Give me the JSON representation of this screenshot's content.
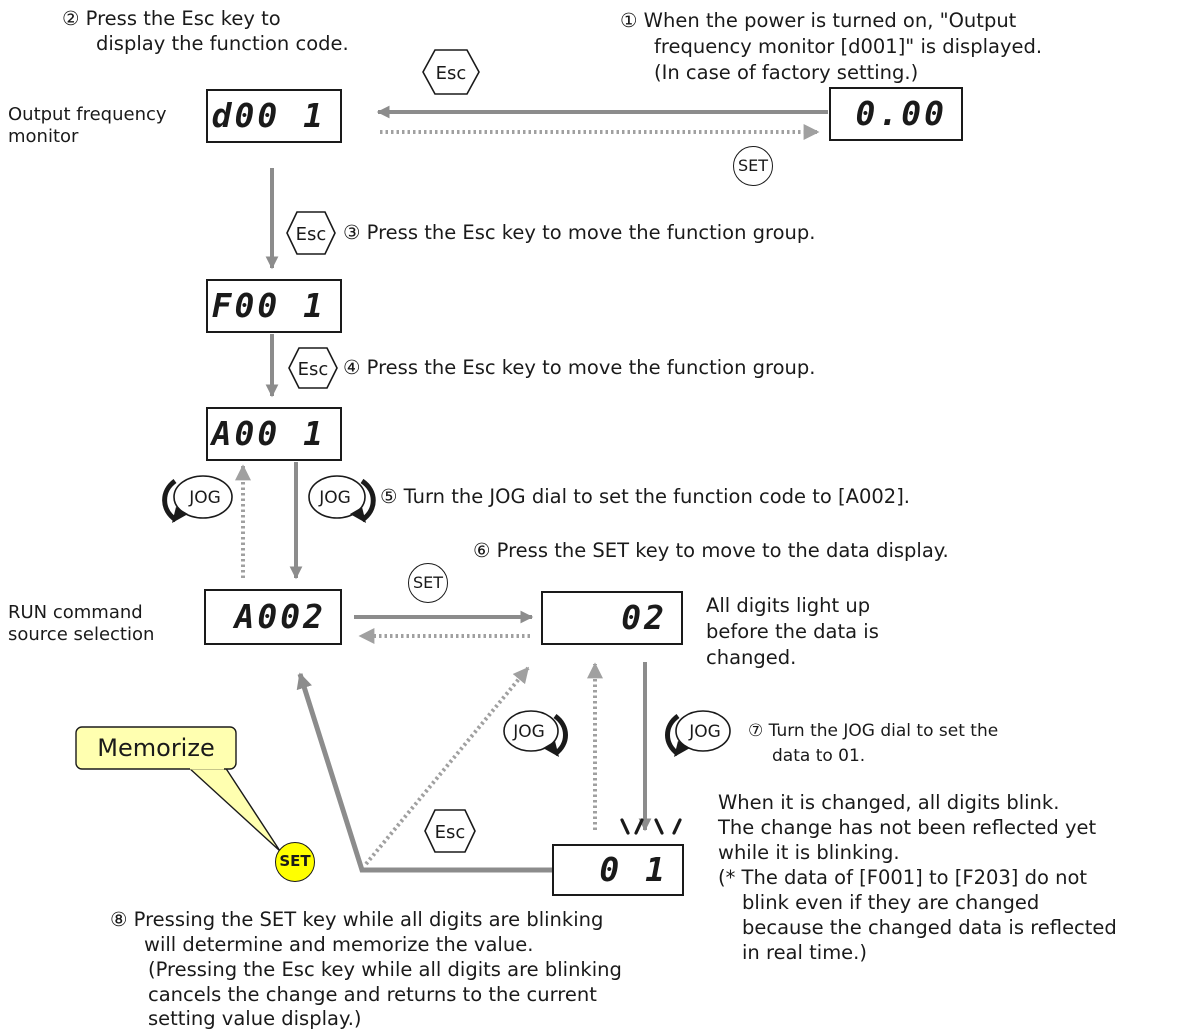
{
  "steps": {
    "s1_l1": "① When the power is turned on, \"Output",
    "s1_l2": "frequency monitor [d001]\" is displayed.",
    "s1_l3": "(In case of factory setting.)",
    "s2_l1": "② Press the Esc key to",
    "s2_l2": "display the function code.",
    "s3": "③ Press the Esc key to move the function group.",
    "s4": "④ Press the Esc key to move the function group.",
    "s5": "⑤ Turn the JOG dial to set the function code to [A002].",
    "s6": "⑥ Press the SET key to move to the data display.",
    "s7_l1": "⑦ Turn the JOG dial to set the",
    "s7_l2": "data to 01.",
    "s8_l1": "⑧ Pressing the SET key while all digits are blinking",
    "s8_l2": "will determine and memorize the value.",
    "s8_l3": "(Pressing the Esc key while all digits are blinking",
    "s8_l4": "cancels the change and returns to the current",
    "s8_l5": "setting value display.)"
  },
  "labels": {
    "output_freq_l1": "Output frequency",
    "output_freq_l2": "monitor",
    "run_cmd_l1": "RUN command",
    "run_cmd_l2": "source selection"
  },
  "notes": {
    "light_l1": "All digits light up",
    "light_l2": "before the data is",
    "light_l3": "changed.",
    "blink_l1": "When it is changed, all digits blink.",
    "blink_l2": "The change has not been reflected yet",
    "blink_l3": "while it is blinking.",
    "blink_l4": "(* The data of [F001] to [F203] do not",
    "blink_l5": "blink even if they are changed",
    "blink_l6": "because the changed data is reflected",
    "blink_l7": "in real time.)"
  },
  "displays": {
    "d001": "d00 1",
    "freq": "0.00",
    "f001": "F00 1",
    "a001": "A00 1",
    "a002": "A002",
    "data02": "02",
    "data01": "0 1"
  },
  "keys": {
    "esc": "Esc",
    "set": "SET",
    "jog": "JOG"
  },
  "callout": {
    "memorize": "Memorize"
  },
  "colors": {
    "arrow": "#8c8c8c",
    "callout_fill": "#ffffb0",
    "set_highlight": "#ffff00"
  }
}
